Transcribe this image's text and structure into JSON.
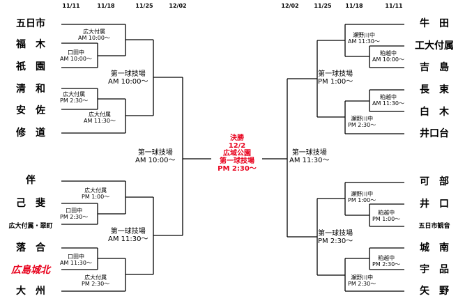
{
  "headers": {
    "left": [
      "11/11",
      "11/18",
      "11/25",
      "12/02"
    ],
    "right": [
      "12/02",
      "11/25",
      "11/18",
      "11/11"
    ]
  },
  "left_teams": [
    "五日市",
    "福　木",
    "祇　園",
    "清　和",
    "安　佐",
    "修　道",
    "伴",
    "己　斐",
    "広大付属・翠町",
    "落　合",
    "広島城北",
    "大　州"
  ],
  "right_teams": [
    "牛　田",
    "工大付属",
    "吉　島",
    "長　束",
    "白　木",
    "井口台",
    "可　部",
    "井　口",
    "五日市観音",
    "城　南",
    "宇　品",
    "矢　野"
  ],
  "left_matches": [
    {
      "venue": "広大付属",
      "time": "AM 10:00〜"
    },
    {
      "venue": "口田中",
      "time": "AM 10:00〜"
    },
    {
      "venue": "広大付属",
      "time": "PM 2:30〜"
    },
    {
      "venue": "広大付属",
      "time": "AM 11:30〜"
    },
    {
      "venue": "第一球技場",
      "time": "AM 10:00〜"
    },
    {
      "venue": "広大付属",
      "time": "PM 1:00〜"
    },
    {
      "venue": "口田中",
      "time": "PM 2:30〜"
    },
    {
      "venue": "口田中",
      "time": "AM 11:30〜"
    },
    {
      "venue": "広大付属",
      "time": "PM 2:30〜"
    },
    {
      "venue": "第一球技場",
      "time": "AM 11:30〜"
    },
    {
      "venue": "第一球技場",
      "time": "AM 10:00〜"
    }
  ],
  "right_matches": [
    {
      "venue": "瀬野川中",
      "time": "AM 11:30〜"
    },
    {
      "venue": "粕越中",
      "time": "AM 10:00〜"
    },
    {
      "venue": "粕越中",
      "time": "AM 11:30〜"
    },
    {
      "venue": "瀬野川中",
      "time": "PM 2:30〜"
    },
    {
      "venue": "第一球技場",
      "time": "PM 1:00〜"
    },
    {
      "venue": "瀬野川中",
      "time": "PM 1:00〜"
    },
    {
      "venue": "粕越中",
      "time": "PM 1:00〜"
    },
    {
      "venue": "粕越中",
      "time": "PM 2:30〜"
    },
    {
      "venue": "瀬野川中",
      "time": "PM 2:30〜"
    },
    {
      "venue": "第一球技場",
      "time": "PM 2:30〜"
    },
    {
      "venue": "第一球技場",
      "time": "AM 11:30〜"
    }
  ],
  "final": {
    "title": "決勝",
    "date": "12/2",
    "place": "広域公園",
    "venue": "第一球技場",
    "time": "PM 2:30〜"
  },
  "colors": {
    "highlight": "#e8001c",
    "line": "#000000"
  }
}
